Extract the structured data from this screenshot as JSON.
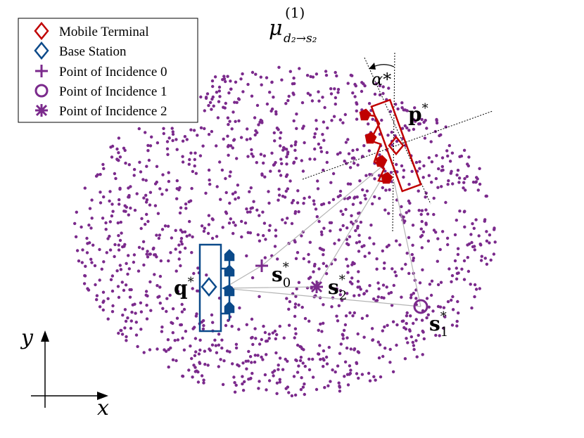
{
  "title": {
    "main": "μ",
    "superscript": "(1)",
    "subscript": "d₂→s₂"
  },
  "legend": {
    "items": [
      {
        "label": "Mobile Terminal",
        "icon": "red-diamond-icon",
        "color": "#c00000"
      },
      {
        "label": "Base Station",
        "icon": "blue-diamond-icon",
        "color": "#0b4a8a"
      },
      {
        "label": "Point of Incidence 0",
        "icon": "purple-plus-icon",
        "color": "#7b2a8c"
      },
      {
        "label": "Point of Incidence 1",
        "icon": "purple-circle-icon",
        "color": "#7b2a8c"
      },
      {
        "label": "Point of Incidence 2",
        "icon": "purple-asterisk-icon",
        "color": "#7b2a8c"
      }
    ]
  },
  "labels": {
    "p_star": "p*",
    "q_star": "q*",
    "s0": "s",
    "s0_sup": "*",
    "s0_sub": "0",
    "s1": "s",
    "s1_sup": "*",
    "s1_sub": "1",
    "s2": "s",
    "s2_sup": "*",
    "s2_sub": "2",
    "alpha": "α*"
  },
  "axes": {
    "x_label": "x",
    "y_label": "y"
  },
  "colors": {
    "mobile": "#c00000",
    "base": "#0b4a8a",
    "points": "#7b2a8c",
    "rays": "#bbbbbb"
  }
}
